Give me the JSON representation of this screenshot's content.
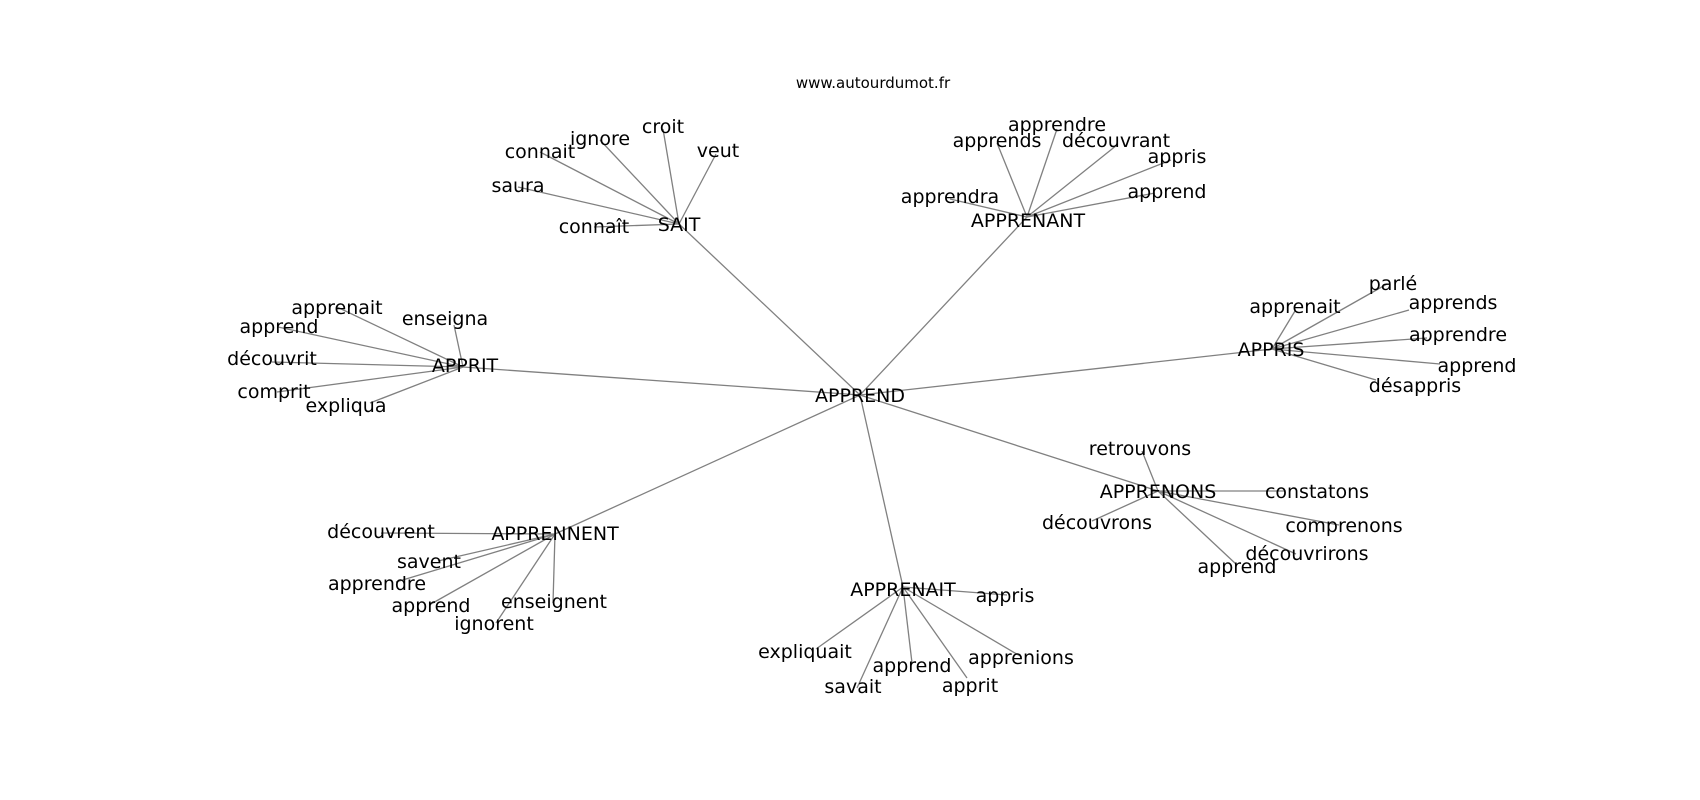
{
  "site": "www.autourdumot.fr",
  "root": "APPREND",
  "groups": [
    {
      "hub": "SAIT",
      "leaves": [
        "connaît",
        "saura",
        "connait",
        "ignore",
        "croit",
        "veut"
      ]
    },
    {
      "hub": "APPRENANT",
      "leaves": [
        "apprendra",
        "apprends",
        "apprendre",
        "découvrant",
        "appris",
        "apprend"
      ]
    },
    {
      "hub": "APPRIT",
      "leaves": [
        "apprenait",
        "enseigna",
        "apprend",
        "découvrit",
        "comprit",
        "expliqua"
      ]
    },
    {
      "hub": "APPRIS",
      "leaves": [
        "apprenait",
        "parlé",
        "apprends",
        "apprendre",
        "apprend",
        "désappris"
      ]
    },
    {
      "hub": "APPRENONS",
      "leaves": [
        "retrouvons",
        "constatons",
        "découvrons",
        "comprenons",
        "découvrirons",
        "apprend"
      ]
    },
    {
      "hub": "APPRENNENT",
      "leaves": [
        "découvrent",
        "savent",
        "apprendre",
        "apprend",
        "enseignent",
        "ignorent"
      ]
    },
    {
      "hub": "APPRENAIT",
      "leaves": [
        "appris",
        "expliquait",
        "apprend",
        "apprenions",
        "savait",
        "apprit"
      ]
    }
  ]
}
